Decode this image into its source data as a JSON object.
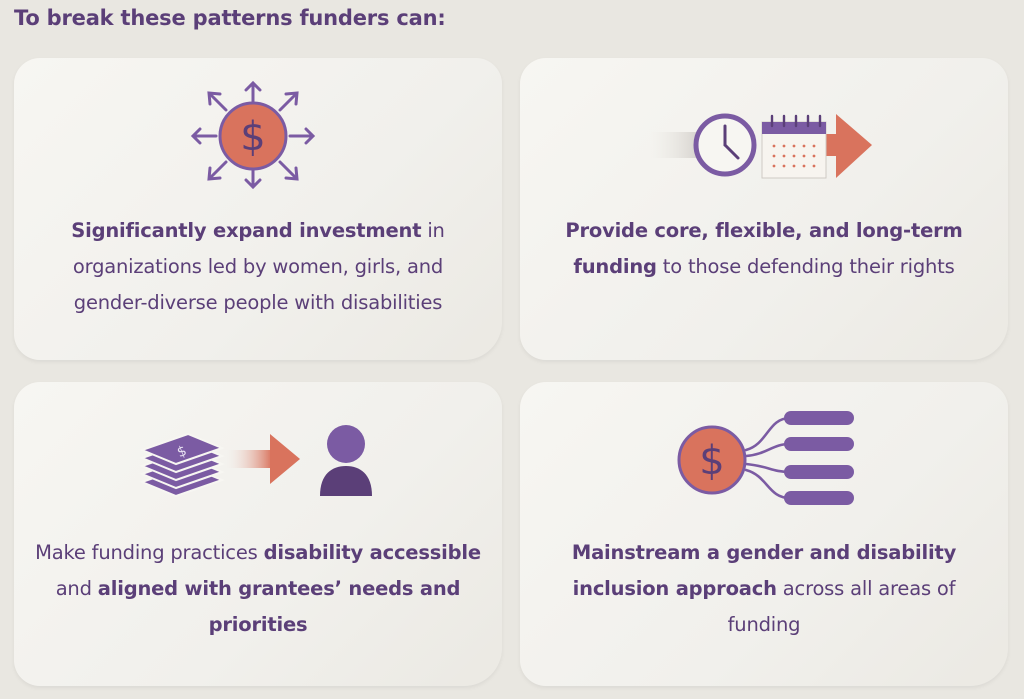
{
  "heading": "To break these patterns funders can:",
  "colors": {
    "purple": "#5b3f78",
    "light_purple": "#7b5ba3",
    "coral": "#d9735d",
    "background": "#e9e7e1",
    "card": "#f4f3ef"
  },
  "cards": [
    {
      "icon": "money-expand-icon",
      "icon_text": "$",
      "bold_1": "Significantly expand investment",
      "text_1": " in organizations led by women, girls, and gender-diverse people with disabilities",
      "bold_2": "",
      "text_2": "",
      "bold_3": "",
      "text_3": ""
    },
    {
      "icon": "clock-calendar-arrow-icon",
      "bold_1": "Provide core, flexible, and long-term funding",
      "text_1": " to those defending their rights",
      "bold_2": "",
      "text_2": "",
      "bold_3": "",
      "text_3": ""
    },
    {
      "icon": "money-to-person-icon",
      "icon_text": "$",
      "text_0": "Make funding practices ",
      "bold_1": "disability accessible",
      "text_1": " and ",
      "bold_2": "aligned with grantees’ needs and priorities",
      "text_2": "",
      "bold_3": "",
      "text_3": ""
    },
    {
      "icon": "money-branching-icon",
      "icon_text": "$",
      "bold_1": "Mainstream a gender and disability inclusion approach",
      "text_1": " across all areas of funding",
      "bold_2": "",
      "text_2": "",
      "bold_3": "",
      "text_3": ""
    }
  ]
}
